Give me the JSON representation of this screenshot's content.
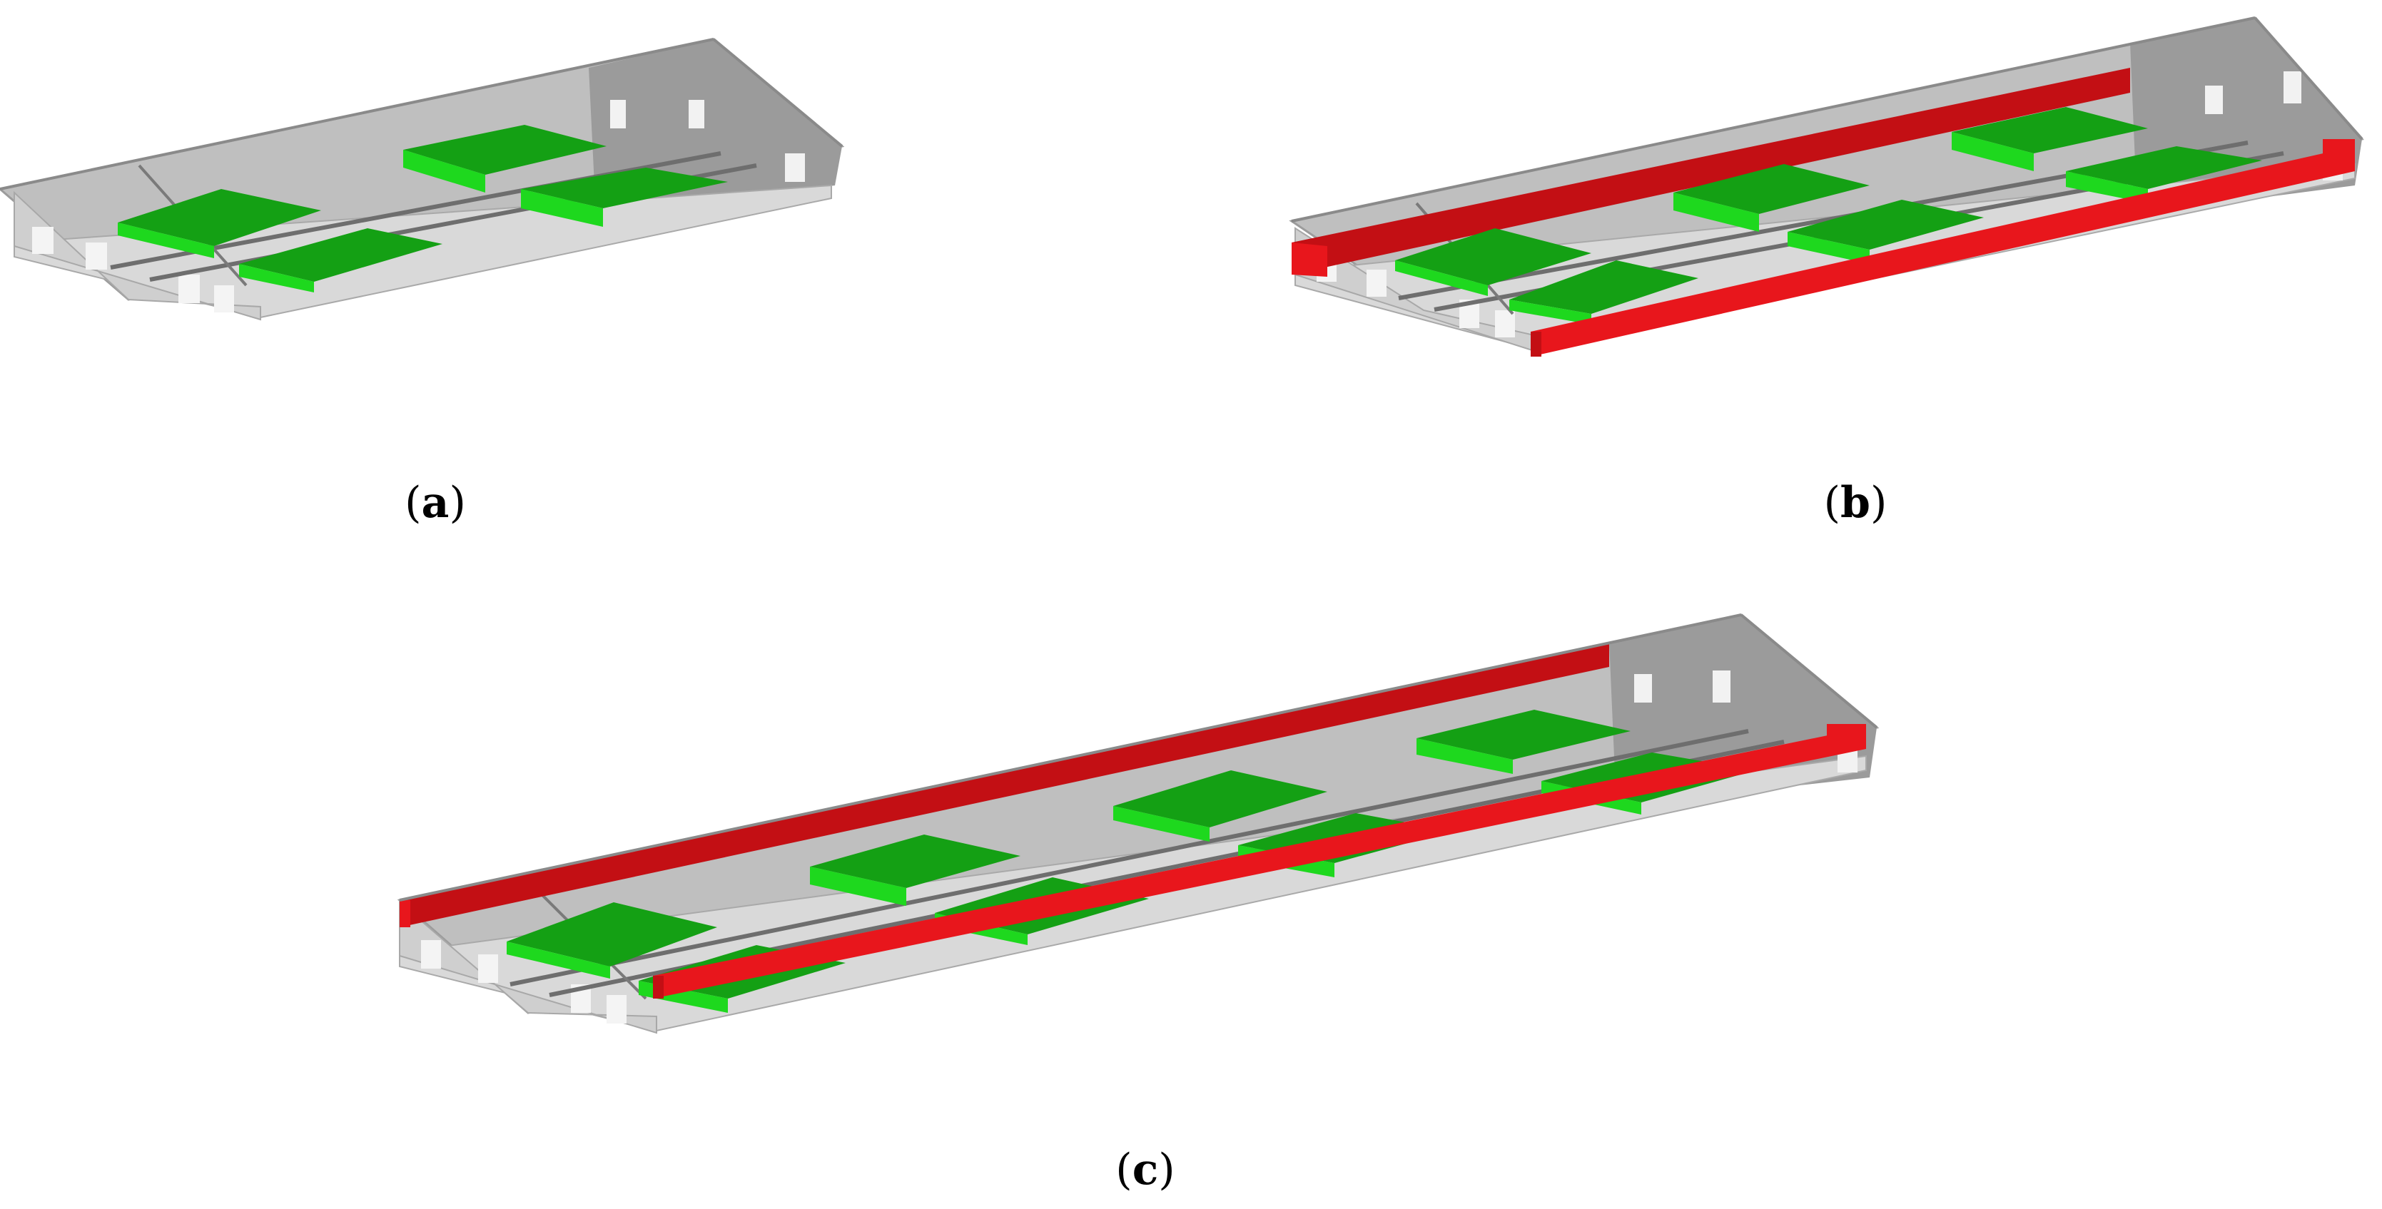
{
  "panels": [
    {
      "id": "a",
      "letter": "a"
    },
    {
      "id": "b",
      "letter": "b"
    },
    {
      "id": "c",
      "letter": "c"
    }
  ],
  "paren_open": "(",
  "paren_close": ")",
  "colors": {
    "shell": "#bdbdbd",
    "shell_dark": "#8e8e8e",
    "shell_light": "#dcdcdc",
    "green_dark": "#14a014",
    "green_light": "#1ed81e",
    "red": "#e8161c",
    "red_dark": "#c30f14",
    "line": "#6e6e6e"
  }
}
